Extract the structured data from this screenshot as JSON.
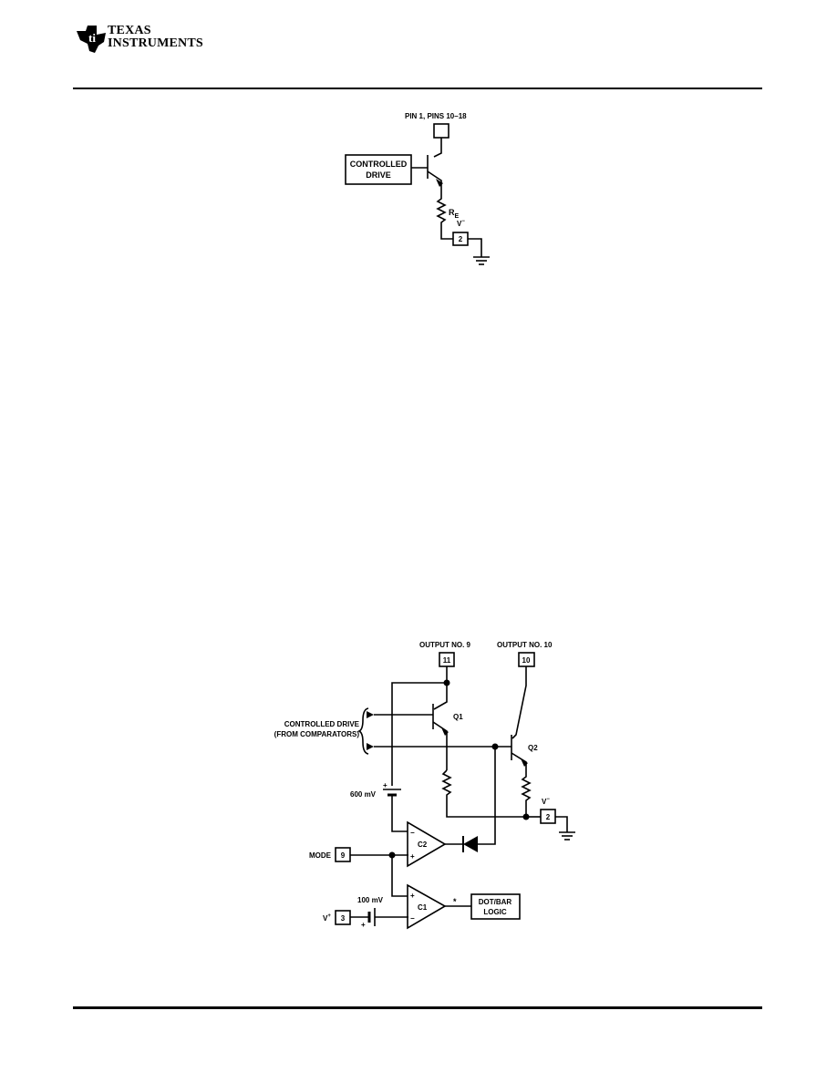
{
  "header": {
    "logo_line1": "Texas",
    "logo_line2": "Instruments"
  },
  "figure_top": {
    "pin_label": "PIN 1, PINS 10–18",
    "drive_line1": "CONTROLLED",
    "drive_line2": "DRIVE",
    "re_label": "R",
    "re_sub": "E",
    "vminus_label": "V",
    "vminus_sup": "−",
    "pin2": "2"
  },
  "figure_bottom": {
    "out9_label": "OUTPUT NO. 9",
    "out10_label": "OUTPUT NO. 10",
    "pin11": "11",
    "pin10": "10",
    "drive_line1": "CONTROLLED DRIVE",
    "drive_line2": "(FROM COMPARATORS)",
    "q1": "Q1",
    "q2": "Q2",
    "v600": "600 mV",
    "plus_a": "+",
    "vminus_label": "V",
    "vminus_sup": "−",
    "pin2": "2",
    "c2": "C2",
    "c2_minus": "−",
    "c2_plus": "+",
    "mode_label": "MODE",
    "pin9": "9",
    "v100": "100 mV",
    "c1": "C1",
    "c1_plus": "+",
    "c1_minus": "−",
    "asterisk": "*",
    "logic_line1": "DOT/BAR",
    "logic_line2": "LOGIC",
    "vplus_label": "V",
    "vplus_sup": "+",
    "pin3": "3",
    "plus_b": "+"
  }
}
